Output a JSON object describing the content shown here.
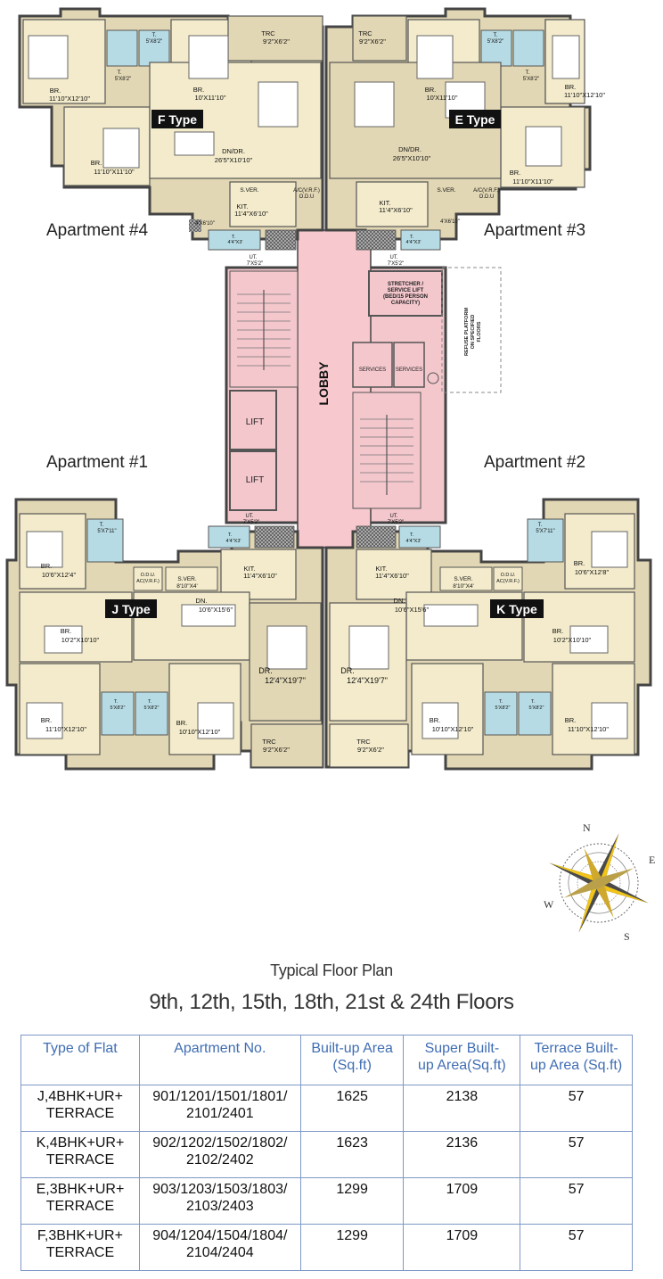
{
  "plan": {
    "lobby_label": "LOBBY",
    "apartments": [
      {
        "heading": "Apartment #4",
        "type_badge": "F Type"
      },
      {
        "heading": "Apartment #3",
        "type_badge": "E Type"
      },
      {
        "heading": "Apartment #1",
        "type_badge": "J Type"
      },
      {
        "heading": "Apartment #2",
        "type_badge": "K Type"
      }
    ],
    "core": {
      "lift1": "LIFT",
      "lift2": "LIFT",
      "services1": "SERVICES",
      "services2": "SERVICES",
      "stretcher_lift": [
        "STRETCHER /",
        "SERVICE LIFT",
        "(BED/15 PERSON",
        "CAPACITY)"
      ],
      "refuse_platform": [
        "REFUSE PLATFORM",
        "ON SPECIFIED",
        "FLOORS"
      ]
    },
    "rooms": {
      "f_trc": [
        "TRC",
        "9'2\"X6'2\""
      ],
      "e_trc": [
        "TRC",
        "9'2\"X6'2\""
      ],
      "f_br1": [
        "BR.",
        "11'10\"X12'10\""
      ],
      "f_br2": [
        "BR.",
        "10'X11'10\""
      ],
      "f_br3": [
        "BR.",
        "11'10\"X11'10\""
      ],
      "f_dndr": [
        "DN/DR.",
        "26'5\"X10'10\""
      ],
      "f_kit": [
        "KIT.",
        "11'4\"X6'10\""
      ],
      "f_sver": "S.VER.",
      "f_acvrf": [
        "A/C(V.R.F.)",
        "O.D.U"
      ],
      "f_t1": [
        "T.",
        "5'X8'2\""
      ],
      "f_t2": [
        "T.",
        "5'X8'2\""
      ],
      "f_pass": "4'X6'10\"",
      "f_ut": [
        "UT.",
        "7'X5'2\""
      ],
      "f_t3": [
        "T.",
        "4'4\"X3'"
      ],
      "e_br1": [
        "BR.",
        "10'X11'10\""
      ],
      "e_br2": [
        "BR.",
        "11'10\"X12'10\""
      ],
      "e_br3": [
        "BR.",
        "11'10\"X11'10\""
      ],
      "e_dndr": [
        "DN/DR.",
        "26'5\"X10'10\""
      ],
      "e_kit": [
        "KIT.",
        "11'4\"X6'10\""
      ],
      "e_sver": "S.VER.",
      "e_acvrf": [
        "A/C(V.R.F.)",
        "O.D.U"
      ],
      "e_t1": [
        "T.",
        "5'X8'2\""
      ],
      "e_t2": [
        "T.",
        "5'X8'2\""
      ],
      "e_pass": "4'X6'10\"",
      "e_ut": [
        "UT.",
        "7'X5'2\""
      ],
      "e_t3": [
        "T.",
        "4'4\"X3'"
      ],
      "j_t1": [
        "T.",
        "5'X7'11\""
      ],
      "j_br1": [
        "BR.",
        "10'6\"X12'4\""
      ],
      "j_odu": [
        "O.D.U.",
        "AC(V.R.F.)"
      ],
      "j_sver": [
        "S.VER.",
        "8'10\"X4'"
      ],
      "j_kit": [
        "KIT.",
        "11'4\"X6'10\""
      ],
      "j_ut": [
        "UT.",
        "7'X5'2\""
      ],
      "j_t2": [
        "T.",
        "4'4\"X3'"
      ],
      "j_br2": [
        "BR.",
        "10'2\"X10'10\""
      ],
      "j_dn": [
        "DN.",
        "10'6\"X15'6\""
      ],
      "j_dr": [
        "DR.",
        "12'4\"X19'7\""
      ],
      "j_br3": [
        "BR.",
        "11'10\"X12'10\""
      ],
      "j_br4": [
        "BR.",
        "10'10\"X12'10\""
      ],
      "j_t3": [
        "T.",
        "5'X8'2\""
      ],
      "j_t4": [
        "T.",
        "5'X8'2\""
      ],
      "j_trc": [
        "TRC",
        "9'2\"X6'2\""
      ],
      "k_t1": [
        "T.",
        "5'X7'11\""
      ],
      "k_br1": [
        "BR.",
        "10'6\"X12'8\""
      ],
      "k_odu": [
        "O.D.U.",
        "AC(V.R.F.)"
      ],
      "k_sver": [
        "S.VER.",
        "8'10\"X4'"
      ],
      "k_kit": [
        "KIT.",
        "11'4\"X6'10\""
      ],
      "k_ut": [
        "UT.",
        "7'X5'2\""
      ],
      "k_t2": [
        "T.",
        "4'4\"X3'"
      ],
      "k_br2": [
        "BR.",
        "10'2\"X10'10\""
      ],
      "k_dn": [
        "DN.",
        "10'6\"X15'6\""
      ],
      "k_dr": [
        "DR.",
        "12'4\"X19'7\""
      ],
      "k_br3": [
        "BR.",
        "10'10\"X12'10\""
      ],
      "k_br4": [
        "BR.",
        "11'10\"X12'10\""
      ],
      "k_t3": [
        "T.",
        "5'X8'2\""
      ],
      "k_t4": [
        "T.",
        "5'X8'2\""
      ],
      "k_trc": [
        "TRC",
        "9'2\"X6'2\""
      ]
    }
  },
  "compass": {
    "n": "N",
    "e": "E",
    "s": "S",
    "w": "W"
  },
  "caption": {
    "line1": "Typical Floor Plan",
    "line2": "9th, 12th, 15th, 18th, 21st & 24th Floors"
  },
  "table": {
    "headers": {
      "type": "Type of Flat",
      "apt_no": "Apartment No.",
      "builtup": [
        "Built-up Area",
        "(Sq.ft)"
      ],
      "super": [
        "Super Built-",
        "up Area(Sq.ft)"
      ],
      "terrace": [
        "Terrace Built-",
        "up Area (Sq.ft)"
      ]
    },
    "rows": [
      {
        "type": [
          "J,4BHK+UR+",
          "TERRACE"
        ],
        "apt": [
          "901/1201/1501/1801/",
          "2101/2401"
        ],
        "builtup": "1625",
        "super": "2138",
        "terrace": "57"
      },
      {
        "type": [
          "K,4BHK+UR+",
          "TERRACE"
        ],
        "apt": [
          "902/1202/1502/1802/",
          "2102/2402"
        ],
        "builtup": "1623",
        "super": "2136",
        "terrace": "57"
      },
      {
        "type": [
          "E,3BHK+UR+",
          "TERRACE"
        ],
        "apt": [
          "903/1203/1503/1803/",
          "2103/2403"
        ],
        "builtup": "1299",
        "super": "1709",
        "terrace": "57"
      },
      {
        "type": [
          "F,3BHK+UR+",
          "TERRACE"
        ],
        "apt": [
          "904/1204/1504/1804/",
          "2104/2404"
        ],
        "builtup": "1299",
        "super": "1709",
        "terrace": "57"
      }
    ]
  },
  "colors": {
    "room_beige": "#f3ebcb",
    "room_tan": "#e2d7b4",
    "wet_blue": "#b6dbe4",
    "lobby_pink": "#f7c8cd",
    "core_pink": "#f3c7cc",
    "wall": "#4a4a4a",
    "table_border": "#7d98c6",
    "header_blue": "#3f6db3",
    "compass_gold": "#f0c419"
  }
}
